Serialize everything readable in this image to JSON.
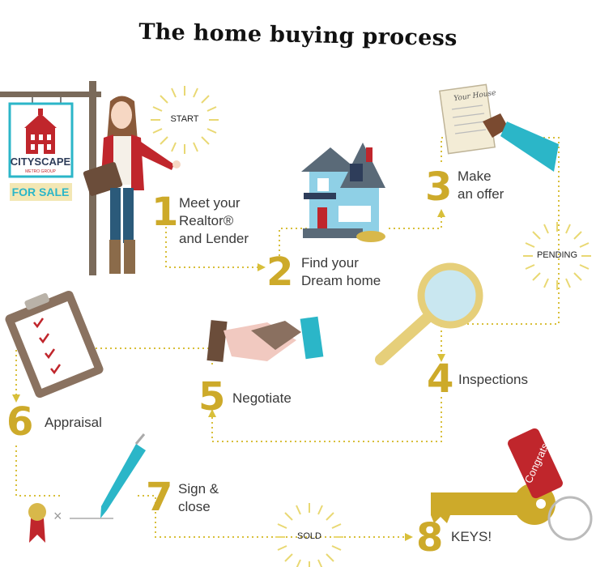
{
  "title": "The home buying process",
  "badges": {
    "start": "START",
    "pending": "PENDING",
    "sold": "SOLD"
  },
  "sign": {
    "brand": "CITYSCAPE",
    "brand_sub": "METRO GROUP",
    "for_sale": "FOR SALE"
  },
  "paper_heading": "Your House",
  "tag_text": "Congrats",
  "steps": [
    {
      "number": "1",
      "line1": "Meet your",
      "line2": "Realtor®",
      "line3": "and Lender"
    },
    {
      "number": "2",
      "line1": "Find your",
      "line2": "Dream home"
    },
    {
      "number": "3",
      "line1": "Make",
      "line2": "an offer"
    },
    {
      "number": "4",
      "line1": "Inspections"
    },
    {
      "number": "5",
      "line1": "Negotiate"
    },
    {
      "number": "6",
      "line1": "Appraisal"
    },
    {
      "number": "7",
      "line1": "Sign &",
      "line2": "close"
    },
    {
      "number": "8",
      "line1": "KEYS!"
    }
  ],
  "colors": {
    "accent": "#cdaa2a",
    "path": "#d8bf3a",
    "red": "#c0262c",
    "teal": "#2bb6c8",
    "house": "#8fd0e6"
  }
}
